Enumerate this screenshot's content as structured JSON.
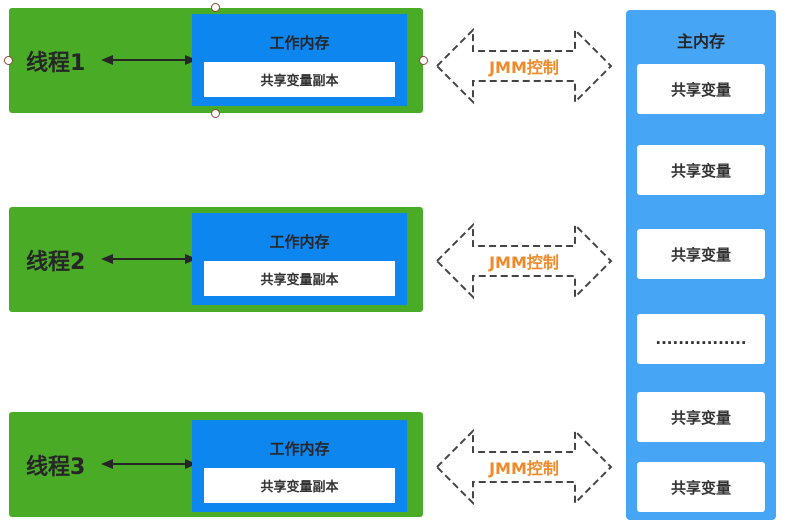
{
  "threads": [
    {
      "label": "线程1",
      "work_memory": "工作内存",
      "copy": "共享变量副本"
    },
    {
      "label": "线程2",
      "work_memory": "工作内存",
      "copy": "共享变量副本"
    },
    {
      "label": "线程3",
      "work_memory": "工作内存",
      "copy": "共享变量副本"
    }
  ],
  "jmm": [
    "JMM控制",
    "JMM控制",
    "JMM控制"
  ],
  "main_memory": {
    "title": "主内存",
    "items": [
      "共享变量",
      "共享变量",
      "共享变量",
      "................",
      "共享变量",
      "共享变量"
    ]
  },
  "colors": {
    "thread": "#4aab27",
    "work_memory": "#0d86f0",
    "main_memory": "#46a5f5",
    "jmm_text": "#f08a2a"
  }
}
